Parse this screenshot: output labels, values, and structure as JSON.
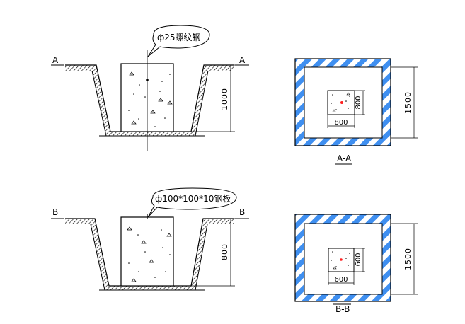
{
  "top": {
    "section_left": "A",
    "section_right": "A",
    "callout": "ф25螺纹钢",
    "depth_dim": "1000",
    "plan_outer_dim": "1500",
    "plan_inner_w": "800",
    "plan_inner_h": "800",
    "plan_title": "A-A"
  },
  "bottom": {
    "section_left": "B",
    "section_right": "B",
    "callout": "ф100*100*10钢板",
    "depth_dim": "800",
    "plan_outer_dim": "1500",
    "plan_inner_w": "600",
    "plan_inner_h": "600",
    "plan_title": "B-B"
  },
  "colors": {
    "hatch_blue": "#3f8ff0",
    "marker_red": "#ff2020",
    "line": "#000000"
  }
}
